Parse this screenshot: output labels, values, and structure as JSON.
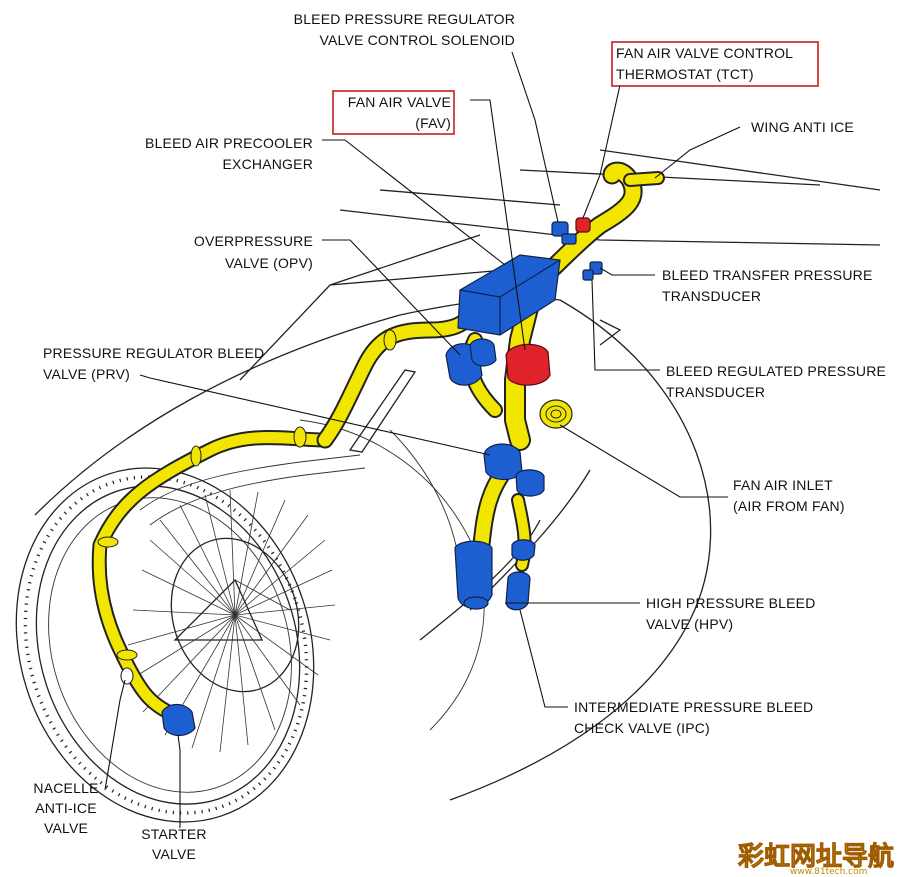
{
  "diagram": {
    "labels": {
      "bleed_solenoid_line1": "BLEED PRESSURE REGULATOR",
      "bleed_solenoid_line2": "VALVE CONTROL SOLENOID",
      "tct_line1": "FAN AIR VALVE CONTROL",
      "tct_line2": "THERMOSTAT (TCT)",
      "fav_line1": "FAN AIR VALVE",
      "fav_line2": "(FAV)",
      "precooler_line1": "BLEED AIR PRECOOLER",
      "precooler_line2": "EXCHANGER",
      "wing_anti_ice": "WING ANTI ICE",
      "opv_line1": "OVERPRESSURE",
      "opv_line2": "VALVE (OPV)",
      "transfer_line1": "BLEED TRANSFER PRESSURE",
      "transfer_line2": "TRANSDUCER",
      "prv_line1": "PRESSURE REGULATOR BLEED",
      "prv_line2": "VALVE (PRV)",
      "regulated_line1": "BLEED REGULATED PRESSURE",
      "regulated_line2": "TRANSDUCER",
      "fan_inlet_line1": "FAN AIR INLET",
      "fan_inlet_line2": "(AIR FROM FAN)",
      "hpv_line1": "HIGH PRESSURE BLEED",
      "hpv_line2": "VALVE (HPV)",
      "ipc_line1": "INTERMEDIATE PRESSURE BLEED",
      "ipc_line2": "CHECK VALVE (IPC)",
      "nacelle_line1": "NACELLE",
      "nacelle_line2": "ANTI-ICE",
      "nacelle_line3": "VALVE",
      "starter_line1": "STARTER",
      "starter_line2": "VALVE"
    },
    "watermark": {
      "main": "彩虹网址导航",
      "sub": "www.81tech.com"
    },
    "colors": {
      "duct": "#f2e600",
      "valve_blue": "#1d5fd1",
      "valve_red": "#e0232b",
      "highlight_box": "#c81e1e"
    }
  }
}
